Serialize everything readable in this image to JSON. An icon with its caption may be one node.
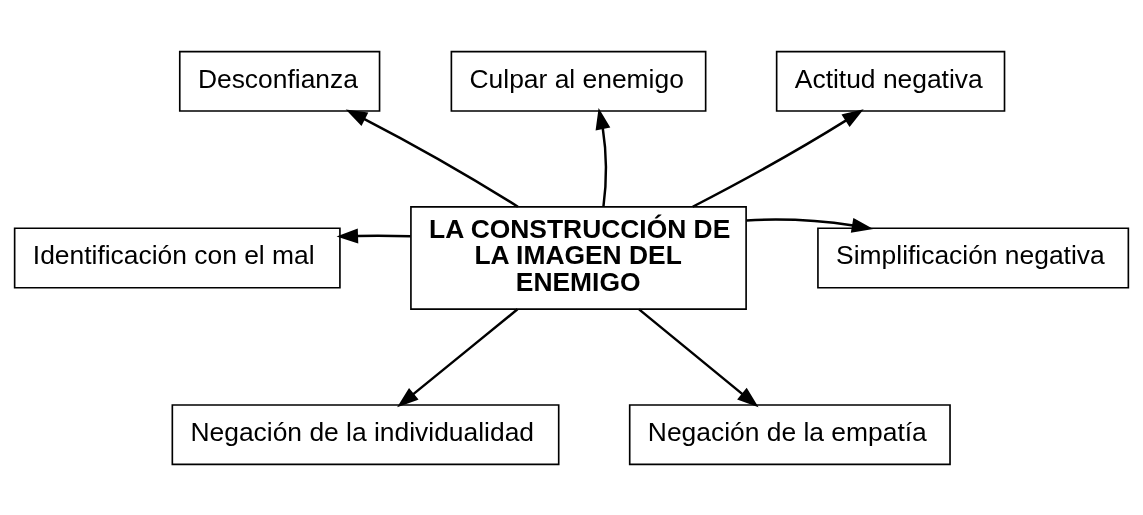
{
  "diagram": {
    "nodes": [
      {
        "text": [
          "LA CONSTRUCCIÓN DE LA IMAGEN DEL ENEMIGO"
        ]
      },
      {
        "text": [
          "Desconfianza"
        ]
      },
      {
        "text": [
          "Culpar al enemigo"
        ]
      },
      {
        "text": [
          "Actitud negativa"
        ]
      },
      {
        "text": [
          "Identificación con el mal"
        ]
      },
      {
        "text": [
          "Simplificación negativa"
        ]
      },
      {
        "text": [
          "Negación de la individualidad"
        ]
      },
      {
        "text": [
          "Negación de la empatía"
        ]
      }
    ],
    "edges": [
      {
        "from": 0,
        "to": 1,
        "arrow": "to"
      },
      {
        "from": 0,
        "to": 2,
        "arrow": "to"
      },
      {
        "from": 0,
        "to": 3,
        "arrow": "to"
      },
      {
        "from": 0,
        "to": 4,
        "arrow": "to"
      },
      {
        "from": 0,
        "to": 5,
        "arrow": "to"
      },
      {
        "from": 0,
        "to": 6,
        "arrow": "to"
      },
      {
        "from": 0,
        "to": 7,
        "arrow": "to"
      }
    ]
  }
}
